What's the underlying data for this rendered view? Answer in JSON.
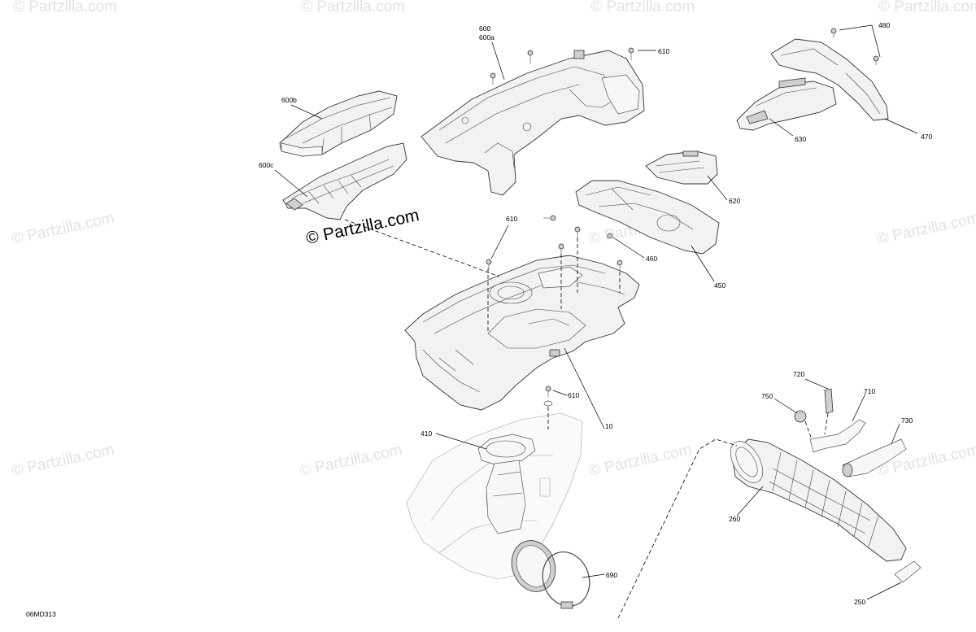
{
  "watermarks": {
    "main": "© Partzilla.com",
    "tile": "© Partzilla.com"
  },
  "diagram_code": "06MD313",
  "callouts": [
    {
      "id": "600",
      "text": "600"
    },
    {
      "id": "600a",
      "text": "600a"
    },
    {
      "id": "610-top",
      "text": "610"
    },
    {
      "id": "480",
      "text": "480"
    },
    {
      "id": "470",
      "text": "470"
    },
    {
      "id": "630",
      "text": "630"
    },
    {
      "id": "600b",
      "text": "600b"
    },
    {
      "id": "600c",
      "text": "600c"
    },
    {
      "id": "620",
      "text": "620"
    },
    {
      "id": "610-mid",
      "text": "610"
    },
    {
      "id": "460",
      "text": "460"
    },
    {
      "id": "450",
      "text": "450"
    },
    {
      "id": "610-low",
      "text": "610"
    },
    {
      "id": "10",
      "text": "10"
    },
    {
      "id": "410",
      "text": "410"
    },
    {
      "id": "720",
      "text": "720"
    },
    {
      "id": "750",
      "text": "750"
    },
    {
      "id": "710",
      "text": "710"
    },
    {
      "id": "730",
      "text": "730"
    },
    {
      "id": "260",
      "text": "260"
    },
    {
      "id": "690",
      "text": "690"
    },
    {
      "id": "250",
      "text": "250"
    }
  ],
  "colors": {
    "line": "#000000",
    "part_fill": "#f2f2f2",
    "watermark": "#e2e2e2"
  }
}
